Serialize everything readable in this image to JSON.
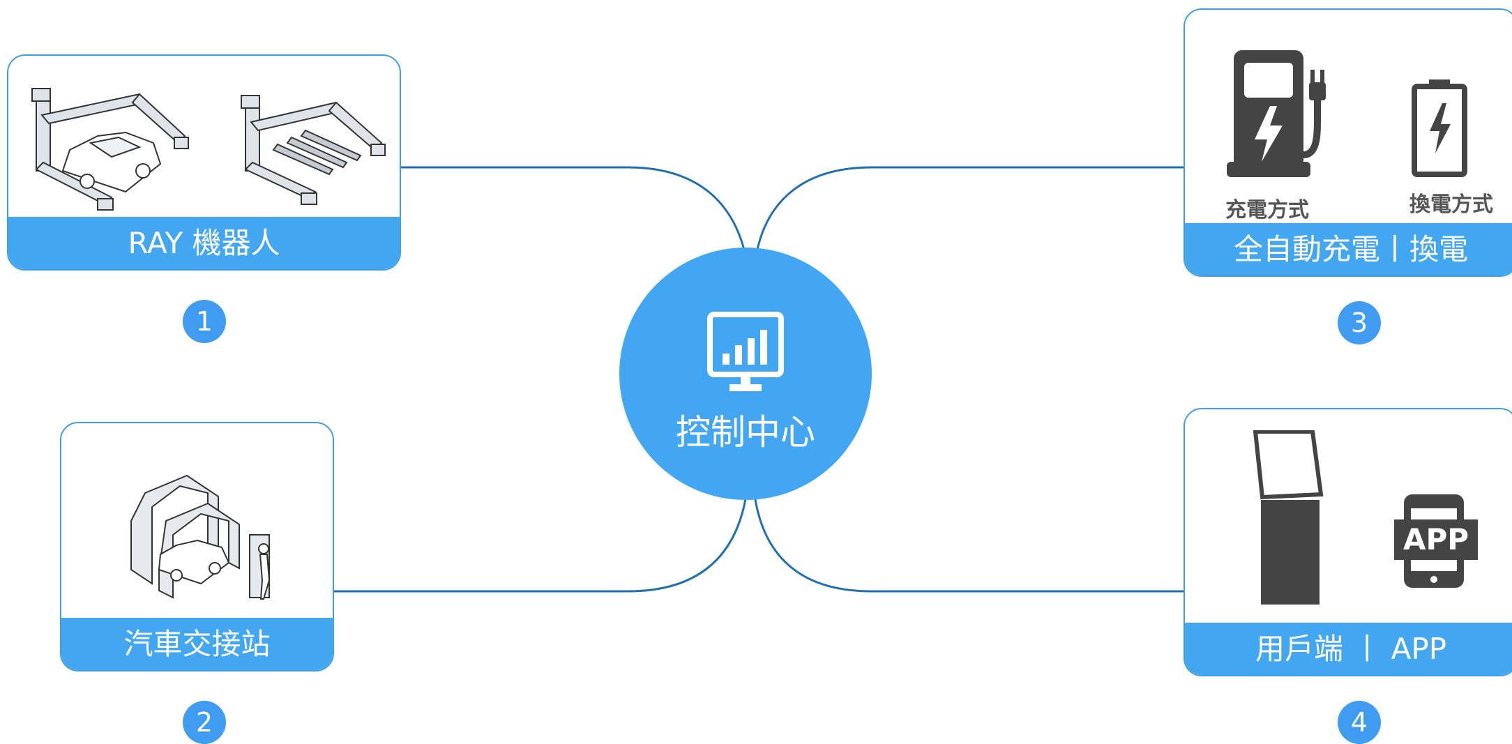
{
  "hub": {
    "label": "控制中心",
    "icon": "monitor-chart-icon"
  },
  "nodes": [
    {
      "number": "1",
      "caption": "RAY 機器人",
      "icons": [
        "parking-robot-with-car-icon",
        "parking-robot-icon"
      ]
    },
    {
      "number": "2",
      "caption": "汽車交接站",
      "icons": [
        "car-handover-station-icon"
      ]
    },
    {
      "number": "3",
      "caption": "全自動充電丨換電",
      "icons": [
        "charging-station-icon",
        "battery-icon"
      ],
      "icon_labels": [
        "充電方式",
        "換電方式"
      ]
    },
    {
      "number": "4",
      "caption": "用戶端 丨 APP",
      "icons": [
        "kiosk-icon",
        "app-tablet-icon"
      ],
      "app_text": "APP"
    }
  ],
  "colors": {
    "accent": "#42a6f0",
    "line": "#1f6fb2",
    "icon_dark": "#444444"
  }
}
